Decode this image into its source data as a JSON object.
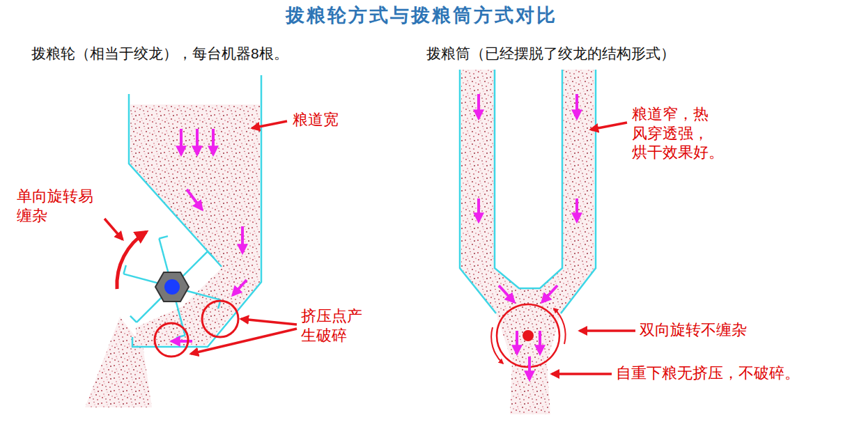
{
  "diagram": {
    "title": "拨粮轮方式与拨粮筒方式对比",
    "labels": [
      "拨粮轮（相当于绞龙），每台机器8根。",
      "拨粮筒（已经摆脱了绞龙的结构形式）",
      "粮道宽",
      "单向旋转易 缠杂",
      "挤压点产 生破碎",
      "粮道窄，热 风穿透强， 烘干效果好。",
      "双向旋转不缠杂",
      "自重下粮无挤压，不破碎。"
    ]
  }
}
